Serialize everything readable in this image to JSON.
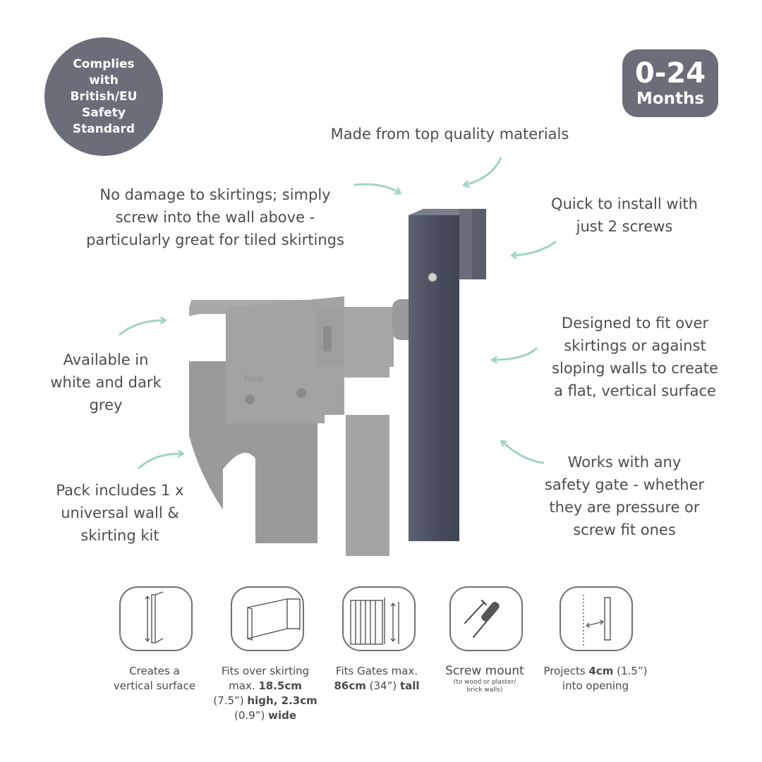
{
  "badge": {
    "lines": [
      "Complies",
      "with",
      "British/EU",
      "Safety",
      "Standard"
    ]
  },
  "age": {
    "range": "0-24",
    "unit": "Months"
  },
  "callouts": {
    "materials": [
      "Made from top quality materials"
    ],
    "skirtings": [
      "No damage to skirtings; simply",
      "screw into the wall above -",
      "particularly great for tiled skirtings"
    ],
    "install": [
      "Quick to install with",
      "just 2 screws"
    ],
    "colors": [
      "Available in",
      "white and dark",
      "grey"
    ],
    "designed": [
      "Designed to fit over",
      "skirtings or against",
      "sloping walls to create",
      "a flat, vertical surface"
    ],
    "pack": [
      "Pack includes 1 x",
      "universal wall &",
      "skirting kit"
    ],
    "works": [
      "Works with any",
      "safety gate  - whether",
      "they are pressure or",
      "screw fit ones"
    ]
  },
  "product": {
    "brand_mark": "Fred"
  },
  "features": [
    {
      "icon": "vertical-surface-icon",
      "lines": [
        "Creates a",
        "vertical surface"
      ]
    },
    {
      "icon": "skirting-icon",
      "l1": "Fits over skirting",
      "l2a": "max. ",
      "l2b": "18.5cm",
      "l3a": "(7.5”) ",
      "l3b": "high, 2.3cm",
      "l4a": "(0.9”) ",
      "l4b": "wide"
    },
    {
      "icon": "gate-height-icon",
      "l1": "Fits Gates max.",
      "l2a": "86cm",
      "l2b": " (34”) ",
      "l2c": "tall"
    },
    {
      "icon": "screwdriver-icon",
      "title": "Screw mount",
      "note1": "(to wood or plaster/",
      "note2": "brick walls)"
    },
    {
      "icon": "projection-icon",
      "l1a": "Projects ",
      "l1b": "4cm",
      "l1c": " (1.5”)",
      "l2": "into opening"
    }
  ],
  "colors": {
    "badge": "#6b6d78",
    "arrow": "#9fd3c7",
    "post": "#4d5262",
    "gate": "#a0a0a0"
  }
}
